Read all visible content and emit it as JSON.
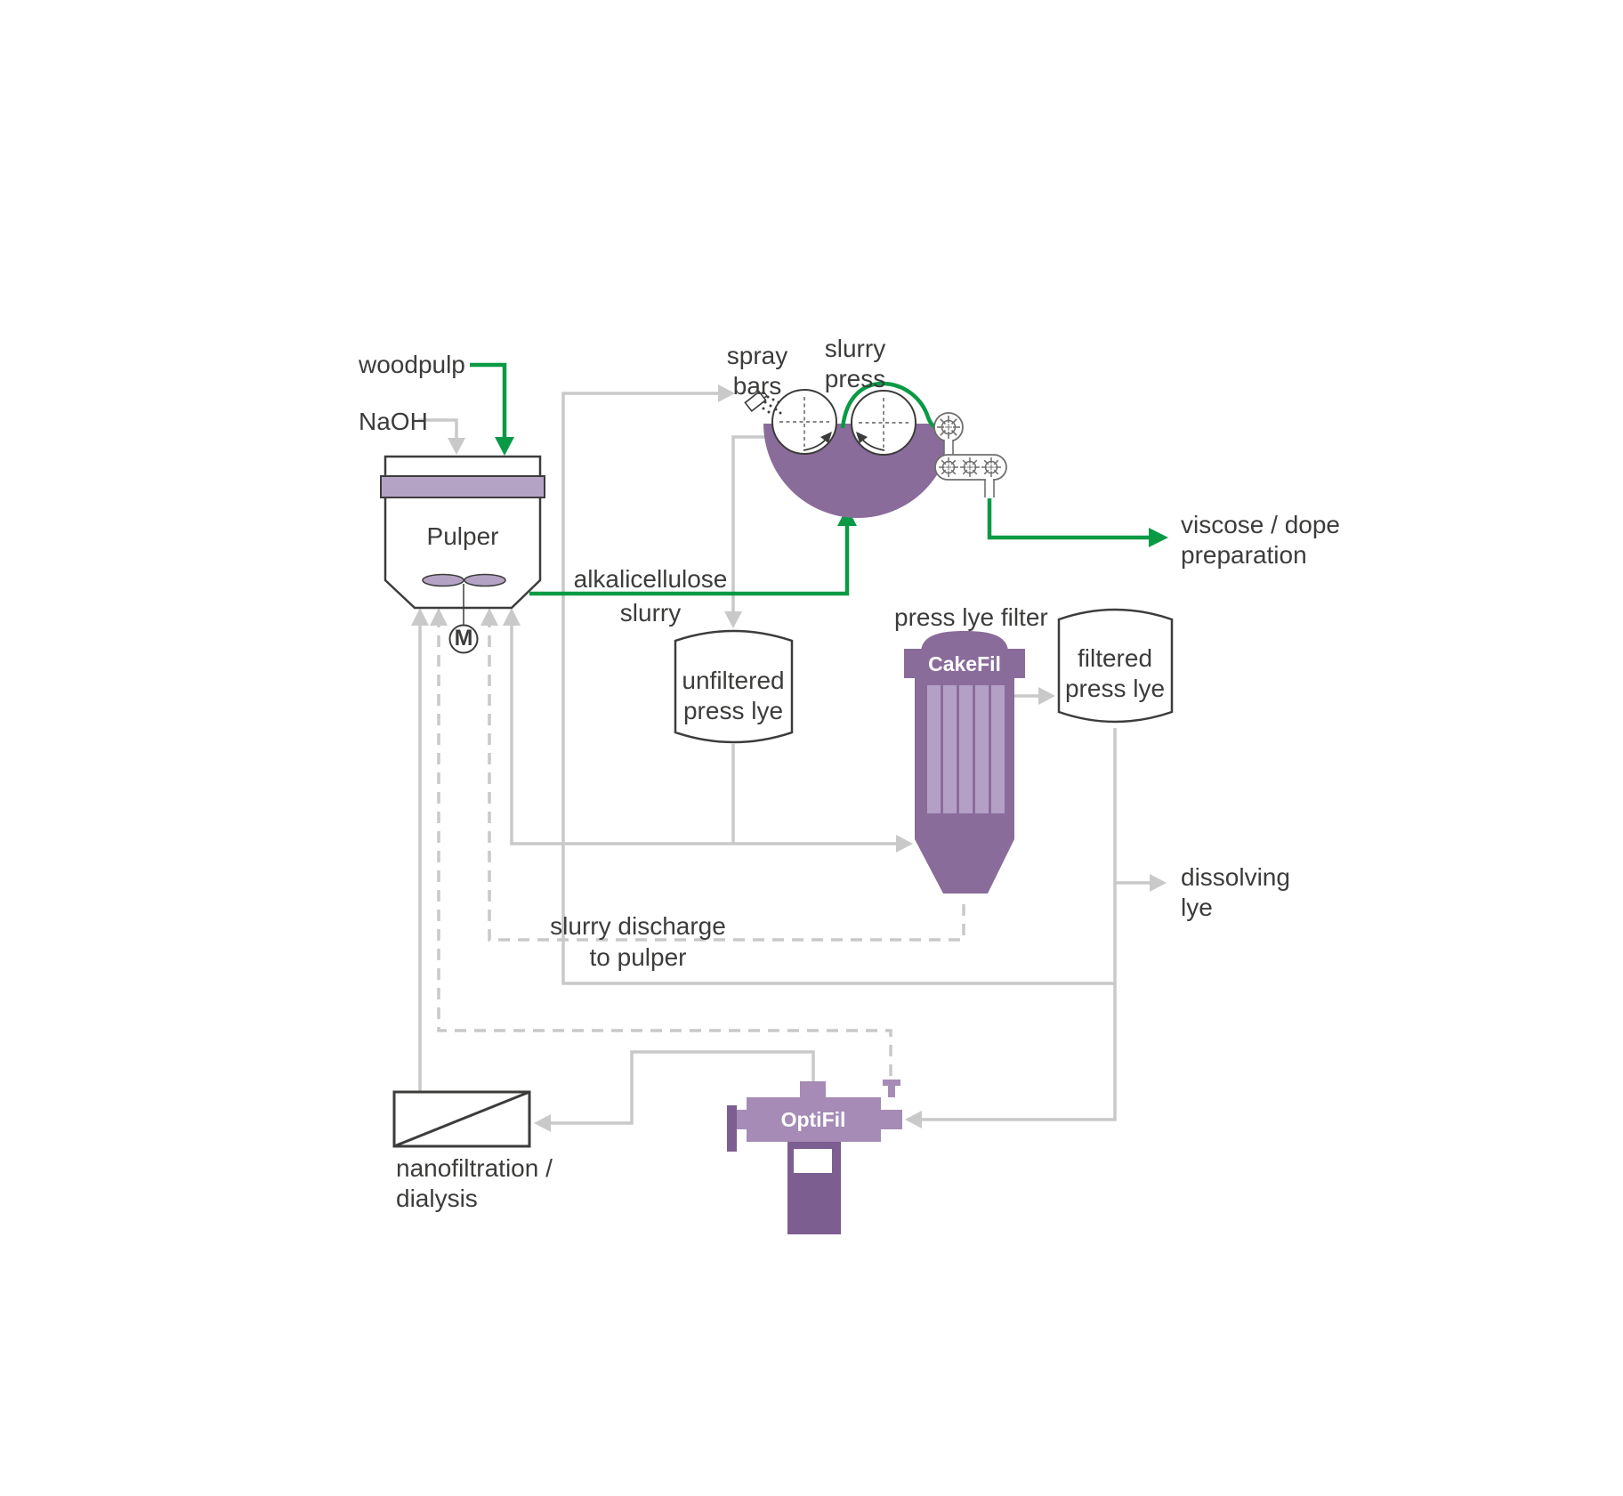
{
  "labels": {
    "woodpulp": "woodpulp",
    "naoh": "NaOH",
    "pulper": "Pulper",
    "motor": "M",
    "spray_bars": [
      "spray",
      "bars"
    ],
    "slurry_press": [
      "slurry",
      "press"
    ],
    "alkalicellulose_slurry": [
      "alkalicellulose",
      "slurry"
    ],
    "unfiltered_press_lye": [
      "unfiltered",
      "press lye"
    ],
    "press_lye_filter": "press lye filter",
    "cakefil": "CakeFil",
    "filtered_press_lye": [
      "filtered",
      "press lye"
    ],
    "viscose_dope": [
      "viscose / dope",
      "preparation"
    ],
    "dissolving_lye": [
      "dissolving",
      "lye"
    ],
    "slurry_discharge": [
      "slurry discharge",
      "to pulper"
    ],
    "nanofiltration": [
      "nanofiltration /",
      "dialysis"
    ],
    "optifil": "OptiFil"
  },
  "colors": {
    "green": "#0a9a45",
    "line": "#c9c9c9",
    "dark": "#3c3c3b",
    "purple": "#8a6c9b",
    "stripe": "#b3a0c4",
    "lav": "#b5a3c6",
    "opti": "#a58bb5",
    "optidark": "#7c5e91",
    "unit": "#6f6f6e"
  }
}
